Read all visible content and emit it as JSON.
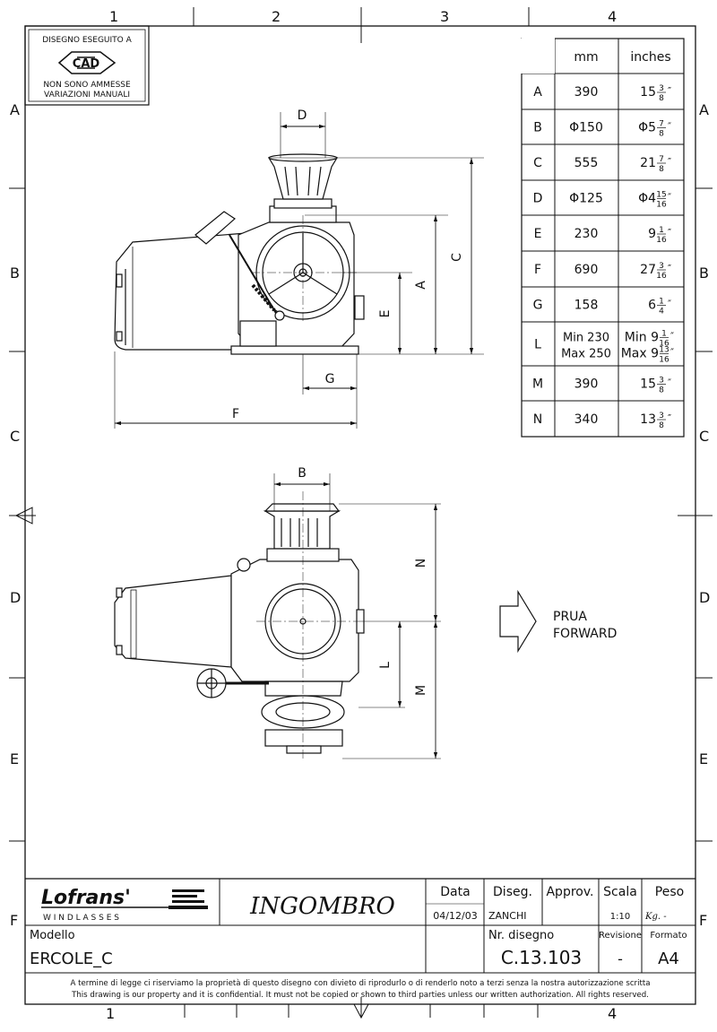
{
  "grid": {
    "cols_top": [
      "1",
      "2",
      "3",
      "4"
    ],
    "cols_bottom": [
      "1",
      "4"
    ],
    "rows": [
      "A",
      "B",
      "C",
      "D",
      "E",
      "F"
    ]
  },
  "stamp": {
    "line1": "DISEGNO ESEGUITO A",
    "logo": "CAD",
    "line2": "NON SONO AMMESSE",
    "line3": "VARIAZIONI MANUALI"
  },
  "dimension_table": {
    "headers": [
      "mm",
      "inches"
    ],
    "rows": [
      {
        "key": "A",
        "mm": "390",
        "in_whole": "15",
        "in_num": "3",
        "in_den": "8"
      },
      {
        "key": "B",
        "mm": "Φ150",
        "in_whole": "Φ5",
        "in_num": "7",
        "in_den": "8"
      },
      {
        "key": "C",
        "mm": "555",
        "in_whole": "21",
        "in_num": "7",
        "in_den": "8"
      },
      {
        "key": "D",
        "mm": "Φ125",
        "in_whole": "Φ4",
        "in_num": "15",
        "in_den": "16"
      },
      {
        "key": "E",
        "mm": "230",
        "in_whole": "9",
        "in_num": "1",
        "in_den": "16"
      },
      {
        "key": "F",
        "mm": "690",
        "in_whole": "27",
        "in_num": "3",
        "in_den": "16"
      },
      {
        "key": "G",
        "mm": "158",
        "in_whole": "6",
        "in_num": "1",
        "in_den": "4"
      },
      {
        "key": "L",
        "mm": "Min 230",
        "mm2": "Max 250",
        "in_whole": "Min 9",
        "in_num": "1",
        "in_den": "16",
        "in_whole2": "Max 9",
        "in_num2": "13",
        "in_den2": "16"
      },
      {
        "key": "M",
        "mm": "390",
        "in_whole": "15",
        "in_num": "3",
        "in_den": "8"
      },
      {
        "key": "N",
        "mm": "340",
        "in_whole": "13",
        "in_num": "3",
        "in_den": "8"
      }
    ]
  },
  "dims": {
    "A": "A",
    "B": "B",
    "C": "C",
    "D": "D",
    "E": "E",
    "F": "F",
    "G": "G",
    "L": "L",
    "M": "M",
    "N": "N"
  },
  "direction": {
    "line1": "PRUA",
    "line2": "FORWARD"
  },
  "title_block": {
    "brand": "Lofrans'",
    "brand_sub": "W I N D L A S S E S",
    "title": "INGOMBRO",
    "data_label": "Data",
    "data_value": "04/12/03",
    "diseg_label": "Diseg.",
    "diseg_value": "ZANCHI",
    "approv_label": "Approv.",
    "scala_label": "Scala",
    "scala_value": "1:10",
    "peso_label": "Peso",
    "peso_value": "Kg. -",
    "modello_label": "Modello",
    "modello_value": "ERCOLE_C",
    "nr_label": "Nr. disegno",
    "nr_value": "C.13.103",
    "revisione_label": "Revisione",
    "revisione_value": "-",
    "formato_label": "Formato",
    "formato_value": "A4",
    "legal_it": "A termine di legge ci riserviamo la proprietà di questo disegno con divieto di riprodurlo o di renderlo noto a terzi senza la nostra autorizzazione scritta",
    "legal_en": "This drawing is our property and it is confidential. It must not be copied or shown to third parties unless our written authorization. All rights reserved."
  }
}
